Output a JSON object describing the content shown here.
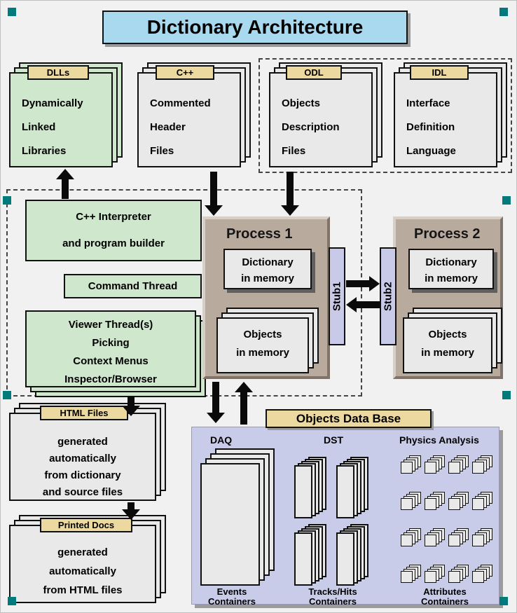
{
  "title": "Dictionary Architecture",
  "top_stacks": [
    {
      "tab": "DLLs",
      "lines": [
        "Dynamically",
        "Linked",
        "Libraries"
      ]
    },
    {
      "tab": "C++",
      "lines": [
        "Commented",
        "Header",
        "Files"
      ]
    },
    {
      "tab": "ODL",
      "lines": [
        "Objects",
        "Description",
        "Files"
      ]
    },
    {
      "tab": "IDL",
      "lines": [
        "Interface",
        "Definition",
        "Language"
      ]
    }
  ],
  "interpreter": {
    "line1": "C++ Interpreter",
    "line2": "and program builder"
  },
  "command_thread": {
    "label": "Command Thread"
  },
  "viewer_stack": {
    "lines": [
      "Viewer Thread(s)",
      "Picking",
      "Context Menus",
      "Inspector/Browser"
    ]
  },
  "process1": {
    "title": "Process 1",
    "dictionary": {
      "line1": "Dictionary",
      "line2": "in memory"
    },
    "objects": {
      "line1": "Objects",
      "line2": "in memory"
    }
  },
  "process2": {
    "title": "Process 2",
    "dictionary": {
      "line1": "Dictionary",
      "line2": "in memory"
    },
    "objects": {
      "line1": "Objects",
      "line2": "in memory"
    }
  },
  "stubs": {
    "stub1": "Stub1",
    "stub2": "Stub2"
  },
  "html_files": {
    "tab": "HTML Files",
    "lines": [
      "generated",
      "automatically",
      "from dictionary",
      "and source files"
    ]
  },
  "printed_docs": {
    "tab": "Printed Docs",
    "lines": [
      "generated",
      "automatically",
      "from HTML files"
    ]
  },
  "odb": {
    "title": "Objects Data Base",
    "daq_label": "DAQ",
    "dst_label": "DST",
    "physics_label": "Physics Analysis",
    "events_caption": {
      "line1": "Events",
      "line2": "Containers"
    },
    "tracks_caption": {
      "line1": "Tracks/Hits",
      "line2": "Containers"
    },
    "attributes_caption": {
      "line1": "Attributes",
      "line2": "Containers"
    }
  },
  "colors": {
    "title_fill": "#a9d9ee",
    "page_green": "#cfe7cd",
    "page_gray": "#e9e9e9",
    "tab_tan": "#ecd9a0",
    "process_fill": "#b9aa9e",
    "stub_fill": "#c9c9e8",
    "panel_fill": "#c9cce9",
    "handle_teal": "#007a7a",
    "arrow_black": "#0a0a0a"
  }
}
